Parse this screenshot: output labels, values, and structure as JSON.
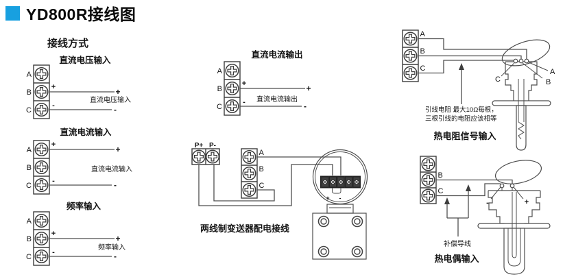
{
  "header": {
    "title": "YD800R接线图"
  },
  "subtitle": "接线方式",
  "colors": {
    "accent": "#18a0e0",
    "subtitle": "#164a9b"
  },
  "terminals": {
    "a": "A",
    "b": "B",
    "c": "C"
  },
  "signs": {
    "plus": "+",
    "minus": "-"
  },
  "diagrams": {
    "dc_voltage_input": {
      "title": "直流电压输入",
      "wire_label": "直流电压输入"
    },
    "dc_current_input": {
      "title": "直流电流输入",
      "wire_label": "直流电流输入"
    },
    "frequency_input": {
      "title": "频率输入",
      "wire_label": "频率输入"
    },
    "dc_current_output": {
      "title": "直流电流输出",
      "wire_label": "直流电流输出"
    },
    "transmitter": {
      "p_plus": "P+",
      "p_minus": "P-",
      "caption": "两线制变送器配电接线"
    },
    "rtd": {
      "note_line1": "引线电阻  最大10Ω每根，",
      "note_line2": "三根引线的电阻应该相等",
      "caption": "热电阻信号输入"
    },
    "thermocouple": {
      "lead_label": "补偿导线",
      "caption": "热电偶输入"
    }
  }
}
